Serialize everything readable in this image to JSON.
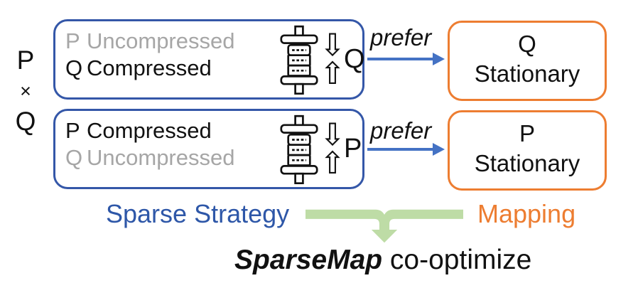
{
  "operand": {
    "top": "P",
    "times": "×",
    "bottom": "Q"
  },
  "rows": [
    {
      "lines": [
        {
          "letter": "P",
          "word": "Uncompressed"
        },
        {
          "letter": "Q",
          "word": "Compressed"
        }
      ],
      "compressed_dim": "Q",
      "arrow_label": "prefer",
      "result": {
        "line1": "Q",
        "line2": "Stationary"
      }
    },
    {
      "lines": [
        {
          "letter": "P",
          "word": "Compressed"
        },
        {
          "letter": "Q",
          "word": "Uncompressed"
        }
      ],
      "compressed_dim": "P",
      "arrow_label": "prefer",
      "result": {
        "line1": "P",
        "line2": "Stationary"
      }
    }
  ],
  "glyphs": {
    "down_arrow": "⇩",
    "up_arrow": "⇧"
  },
  "footer": {
    "left_label": "Sparse Strategy",
    "right_label": "Mapping",
    "caption_bold": "SparseMap",
    "caption_rest": " co-optimize"
  },
  "colors": {
    "box_blue": "#3457A8",
    "arrow_blue": "#4472C4",
    "orange": "#ED7D31",
    "green": "#BEDCA6",
    "muted_gray": "#A6A6A6",
    "blue_text": "#2E57A8"
  }
}
